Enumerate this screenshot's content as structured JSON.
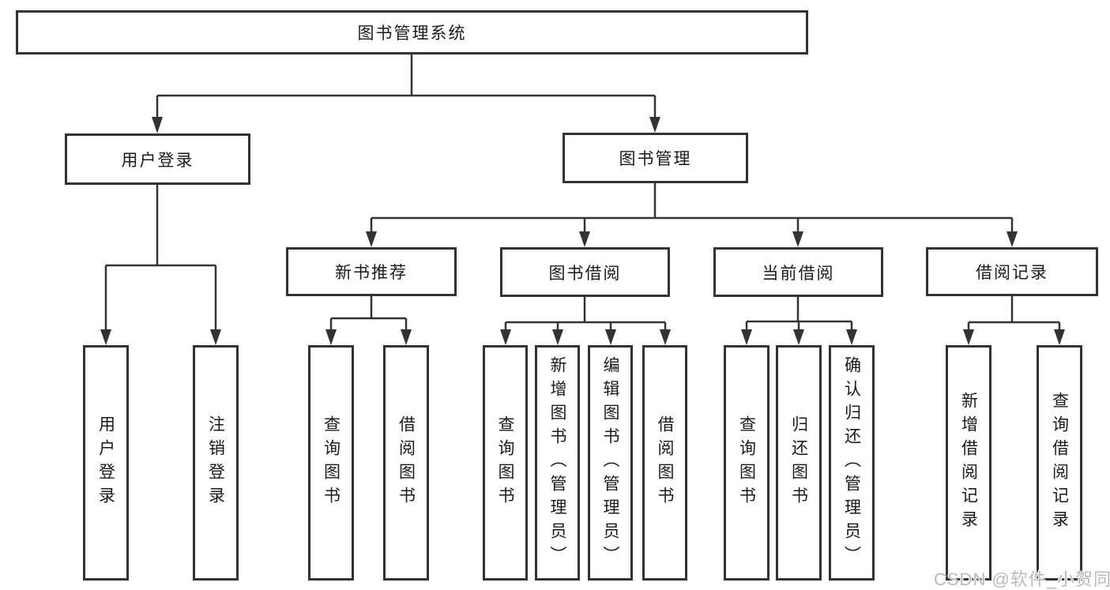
{
  "tree": {
    "label": "图书管理系统",
    "children": [
      {
        "label": "用户登录",
        "children": [
          {
            "label": "用户登录"
          },
          {
            "label": "注销登录"
          }
        ]
      },
      {
        "label": "图书管理",
        "children": [
          {
            "label": "新书推荐",
            "children": [
              {
                "label": "查询图书"
              },
              {
                "label": "借阅图书"
              }
            ]
          },
          {
            "label": "图书借阅",
            "children": [
              {
                "label": "查询图书"
              },
              {
                "label": "新增图书（管理员）"
              },
              {
                "label": "编辑图书（管理员）"
              },
              {
                "label": "借阅图书"
              }
            ]
          },
          {
            "label": "当前借阅",
            "children": [
              {
                "label": "查询图书"
              },
              {
                "label": "归还图书"
              },
              {
                "label": "确认归还（管理员）"
              }
            ]
          },
          {
            "label": "借阅记录",
            "children": [
              {
                "label": "新增借阅记录"
              },
              {
                "label": "查询借阅记录"
              }
            ]
          }
        ]
      }
    ]
  },
  "watermark": {
    "text": "CSDN @软件_小贺同学"
  },
  "colors": {
    "line": "#333333",
    "box_border": "#333333",
    "box_fill": "#ffffff",
    "text": "#1a1a1a",
    "background": "#ffffff",
    "watermark": "#b9b9b9"
  }
}
